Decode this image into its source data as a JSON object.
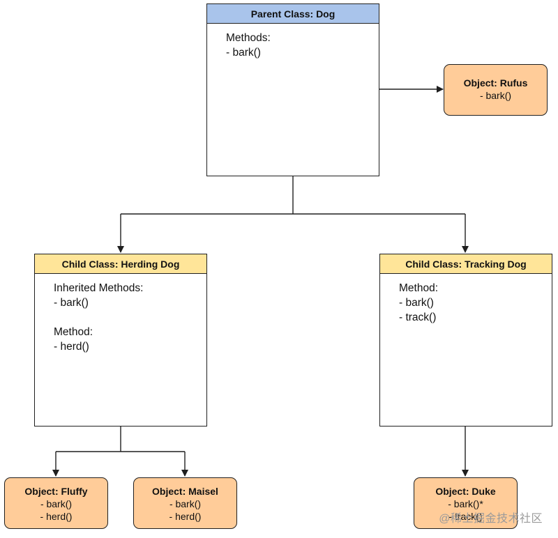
{
  "parent": {
    "title": "Parent Class: Dog",
    "section_label": "Methods:",
    "methods": [
      "- bark()"
    ]
  },
  "rufus": {
    "title": "Object: Rufus",
    "methods": [
      "- bark()"
    ]
  },
  "herding": {
    "title": "Child Class: Herding Dog",
    "inherited_label": "Inherited Methods:",
    "inherited": [
      "- bark()"
    ],
    "own_label": "Method:",
    "own": [
      "- herd()"
    ]
  },
  "tracking": {
    "title": "Child Class: Tracking Dog",
    "own_label": "Method:",
    "own": [
      "- bark()",
      "- track()"
    ]
  },
  "fluffy": {
    "title": "Object: Fluffy",
    "methods": [
      "- bark()",
      "- herd()"
    ]
  },
  "maisel": {
    "title": "Object: Maisel",
    "methods": [
      "- bark()",
      "- herd()"
    ]
  },
  "duke": {
    "title": "Object: Duke",
    "methods": [
      "- bark()*",
      "- track()"
    ]
  },
  "watermark": "@稀土掘金技术社区",
  "colors": {
    "parent_header": "#a9c4eb",
    "child_header": "#ffe599",
    "object_fill": "#ffcc99",
    "stroke": "#1f1f1f"
  }
}
